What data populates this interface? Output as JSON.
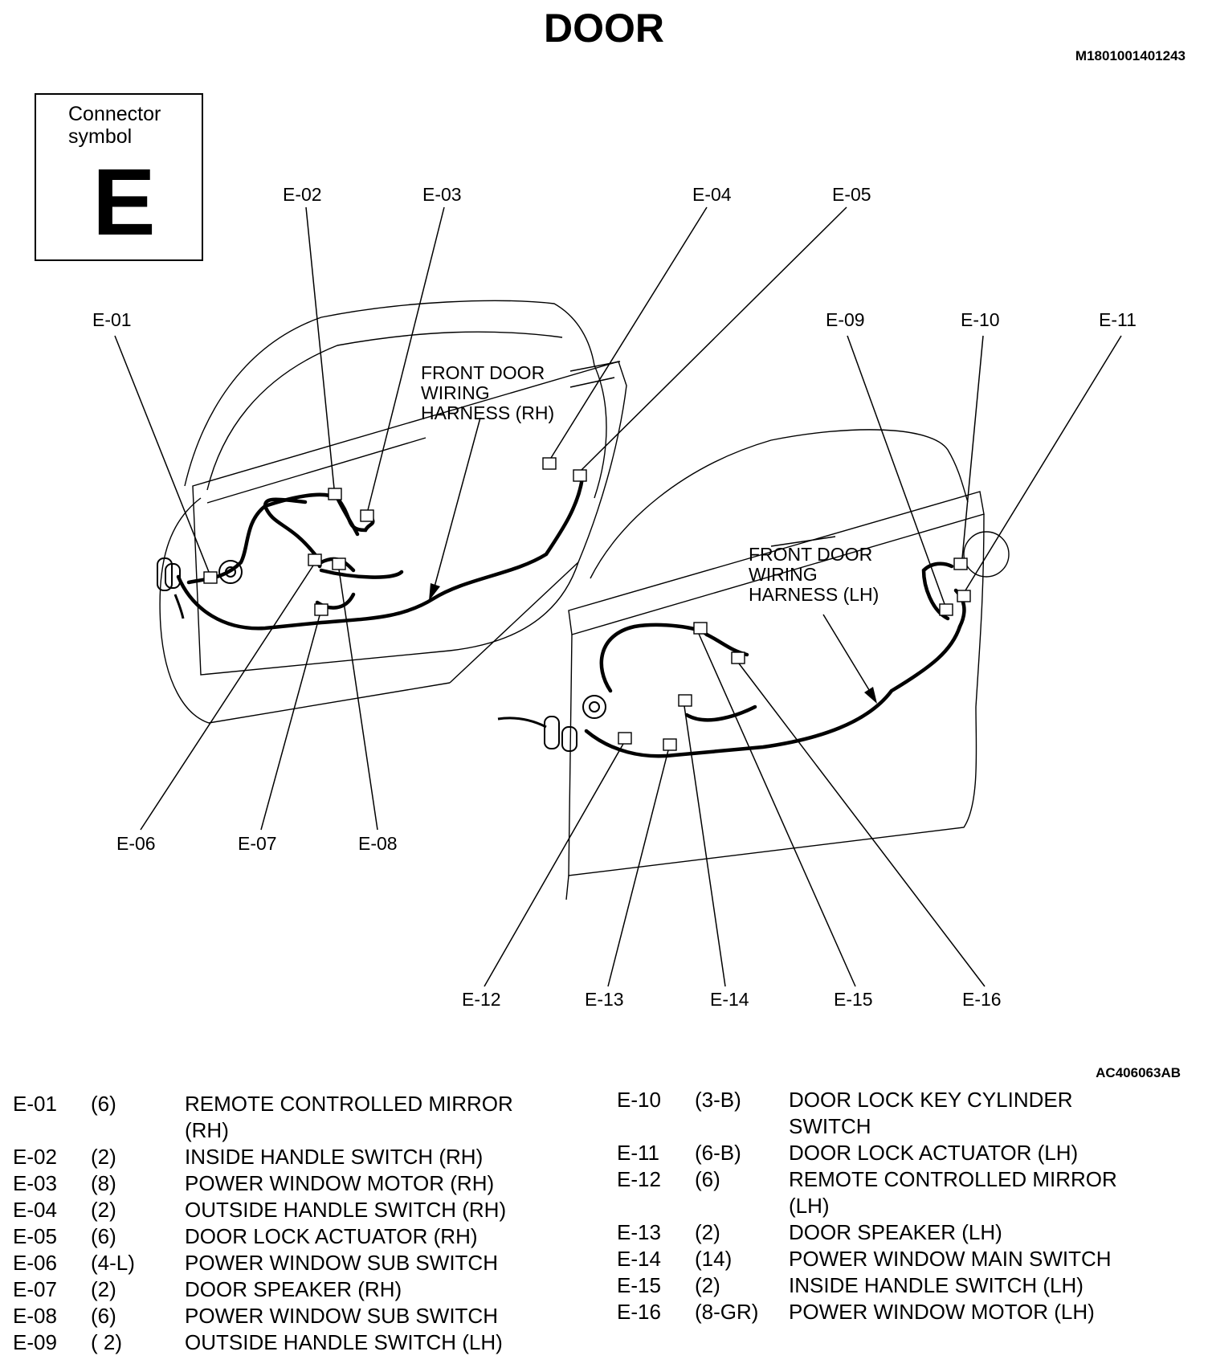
{
  "title": "DOOR",
  "doc_id": "M1801001401243",
  "figure_id": "AC406063AB",
  "symbol_box": {
    "label": "Connector symbol",
    "letter": "E"
  },
  "harness_labels": {
    "rh": [
      "FRONT DOOR",
      "WIRING",
      "HARNESS (RH)"
    ],
    "lh": [
      "FRONT DOOR",
      "WIRING",
      "HARNESS (LH)"
    ]
  },
  "callouts": [
    "E-01",
    "E-02",
    "E-03",
    "E-04",
    "E-05",
    "E-06",
    "E-07",
    "E-08",
    "E-09",
    "E-10",
    "E-11",
    "E-12",
    "E-13",
    "E-14",
    "E-15",
    "E-16"
  ],
  "connectors": [
    {
      "code": "E-01",
      "pins": "(6)",
      "name": "REMOTE CONTROLLED MIRROR (RH)"
    },
    {
      "code": "E-02",
      "pins": "(2)",
      "name": "INSIDE HANDLE SWITCH (RH)"
    },
    {
      "code": "E-03",
      "pins": "(8)",
      "name": "POWER WINDOW MOTOR (RH)"
    },
    {
      "code": "E-04",
      "pins": "(2)",
      "name": "OUTSIDE HANDLE SWITCH (RH)"
    },
    {
      "code": "E-05",
      "pins": "(6)",
      "name": "DOOR LOCK ACTUATOR (RH)"
    },
    {
      "code": "E-06",
      "pins": "(4-L)",
      "name": "POWER WINDOW SUB SWITCH"
    },
    {
      "code": "E-07",
      "pins": "(2)",
      "name": "DOOR SPEAKER (RH)"
    },
    {
      "code": "E-08",
      "pins": "(6)",
      "name": "POWER WINDOW SUB SWITCH"
    },
    {
      "code": "E-09",
      "pins": "( 2)",
      "name": "OUTSIDE HANDLE SWITCH (LH)"
    },
    {
      "code": "E-10",
      "pins": "(3-B)",
      "name": "DOOR LOCK KEY CYLINDER SWITCH"
    },
    {
      "code": "E-11",
      "pins": "(6-B)",
      "name": "DOOR LOCK ACTUATOR (LH)"
    },
    {
      "code": "E-12",
      "pins": "(6)",
      "name": "REMOTE CONTROLLED MIRROR (LH)"
    },
    {
      "code": "E-13",
      "pins": "(2)",
      "name": "DOOR SPEAKER (LH)"
    },
    {
      "code": "E-14",
      "pins": "(14)",
      "name": "POWER WINDOW MAIN SWITCH"
    },
    {
      "code": "E-15",
      "pins": "(2)",
      "name": "INSIDE HANDLE SWITCH (LH)"
    },
    {
      "code": "E-16",
      "pins": "(8-GR)",
      "name": "POWER WINDOW MOTOR (LH)"
    }
  ]
}
